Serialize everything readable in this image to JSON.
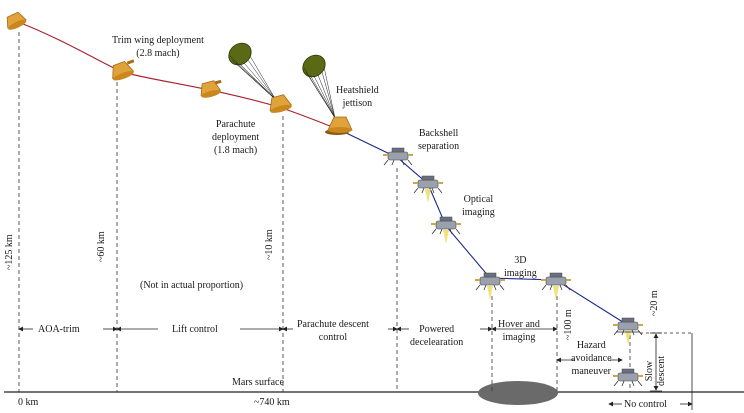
{
  "stages": [
    {
      "id": "trim-wing",
      "text": "Trim wing deployment\n(2.8 mach)"
    },
    {
      "id": "parachute",
      "text": "Parachute\ndeployment\n(1.8 mach)"
    },
    {
      "id": "heatshield",
      "text": "Heatshield\njettison"
    },
    {
      "id": "backshell",
      "text": "Backshell\nseparation"
    },
    {
      "id": "optical",
      "text": "Optical\nimaging"
    },
    {
      "id": "imaging3d",
      "text": "3D\nimaging"
    }
  ],
  "altitudes": [
    "~125 km",
    "~60 km",
    "~10 km",
    "~100 m",
    "~20 m"
  ],
  "phases": [
    {
      "id": "aoa-trim",
      "text": "AOA-trim"
    },
    {
      "id": "lift-control",
      "text": "Lift control"
    },
    {
      "id": "parachute-descent",
      "text": "Parachute descent\ncontrol"
    },
    {
      "id": "powered-deceleration",
      "text": "Powered\ndecelearation"
    },
    {
      "id": "hover-imaging",
      "text": "Hover and\nimaging"
    },
    {
      "id": "hazard-avoidance",
      "text": "Hazard\navoidance\nmaneuver"
    },
    {
      "id": "slow-descent",
      "text": "Slow\ndescent"
    },
    {
      "id": "no-control",
      "text": "No control"
    }
  ],
  "note": "(Not in actual proportion)",
  "surface_label": "Mars surface",
  "distance_start": "0 km",
  "distance_end": "~740 km",
  "colors": {
    "entry_curve": "#a8202a",
    "descent_path": "#1c2a8c",
    "capsule": "#e0a23a",
    "capsule_dark": "#a86b12",
    "parachute": "#4a5a12",
    "lander": "#9aa0ac",
    "flame": "#f2dd6a",
    "site": "#6a6a6a"
  }
}
